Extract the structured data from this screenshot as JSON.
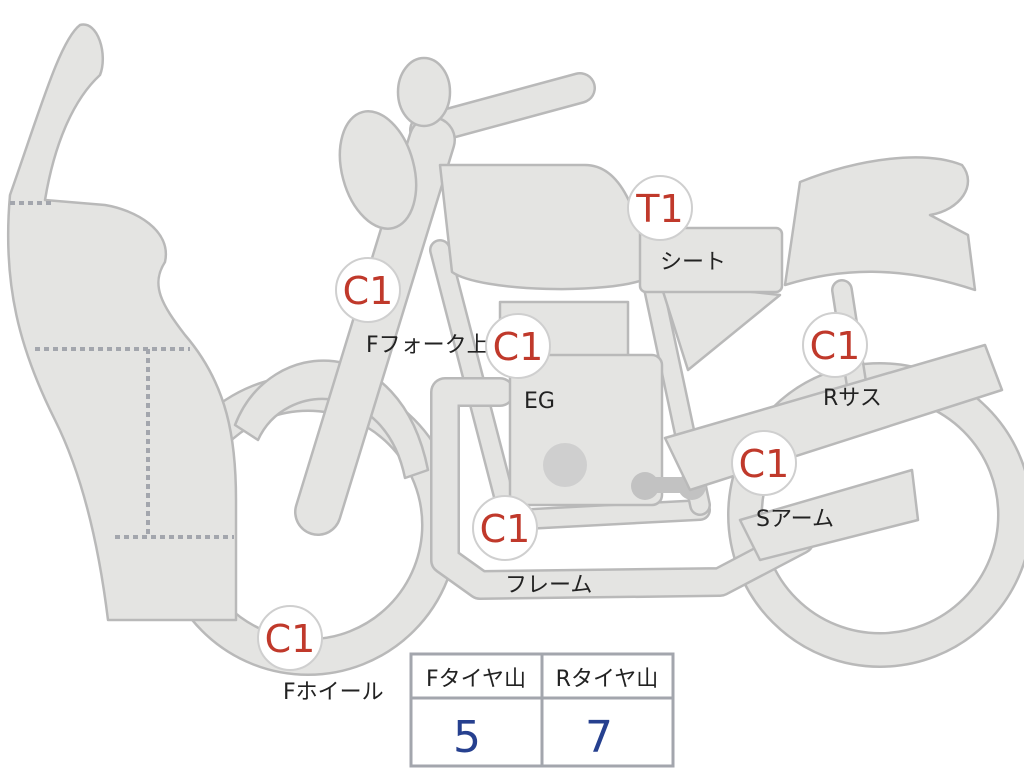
{
  "markers": [
    {
      "id": "fork-upper",
      "code": "C1",
      "label": "Fフォーク上"
    },
    {
      "id": "engine",
      "code": "C1",
      "label": "EG"
    },
    {
      "id": "frame",
      "code": "C1",
      "label": "フレーム"
    },
    {
      "id": "front-wheel",
      "code": "C1",
      "label": "Fホイール"
    },
    {
      "id": "seat",
      "code": "T1",
      "label": "シート"
    },
    {
      "id": "rear-suspension",
      "code": "C1",
      "label": "Rサス"
    },
    {
      "id": "swing-arm",
      "code": "C1",
      "label": "Sアーム"
    }
  ],
  "tread_table": {
    "columns": [
      {
        "header": "Fタイヤ山",
        "value": "5"
      },
      {
        "header": "Rタイヤ山",
        "value": "7"
      }
    ]
  },
  "colors": {
    "part_fill": "#e4e4e2",
    "part_outline": "#b9b9b9",
    "marker_text": "#c0392b",
    "table_value": "#26408f",
    "table_border": "#a3a6ad"
  }
}
